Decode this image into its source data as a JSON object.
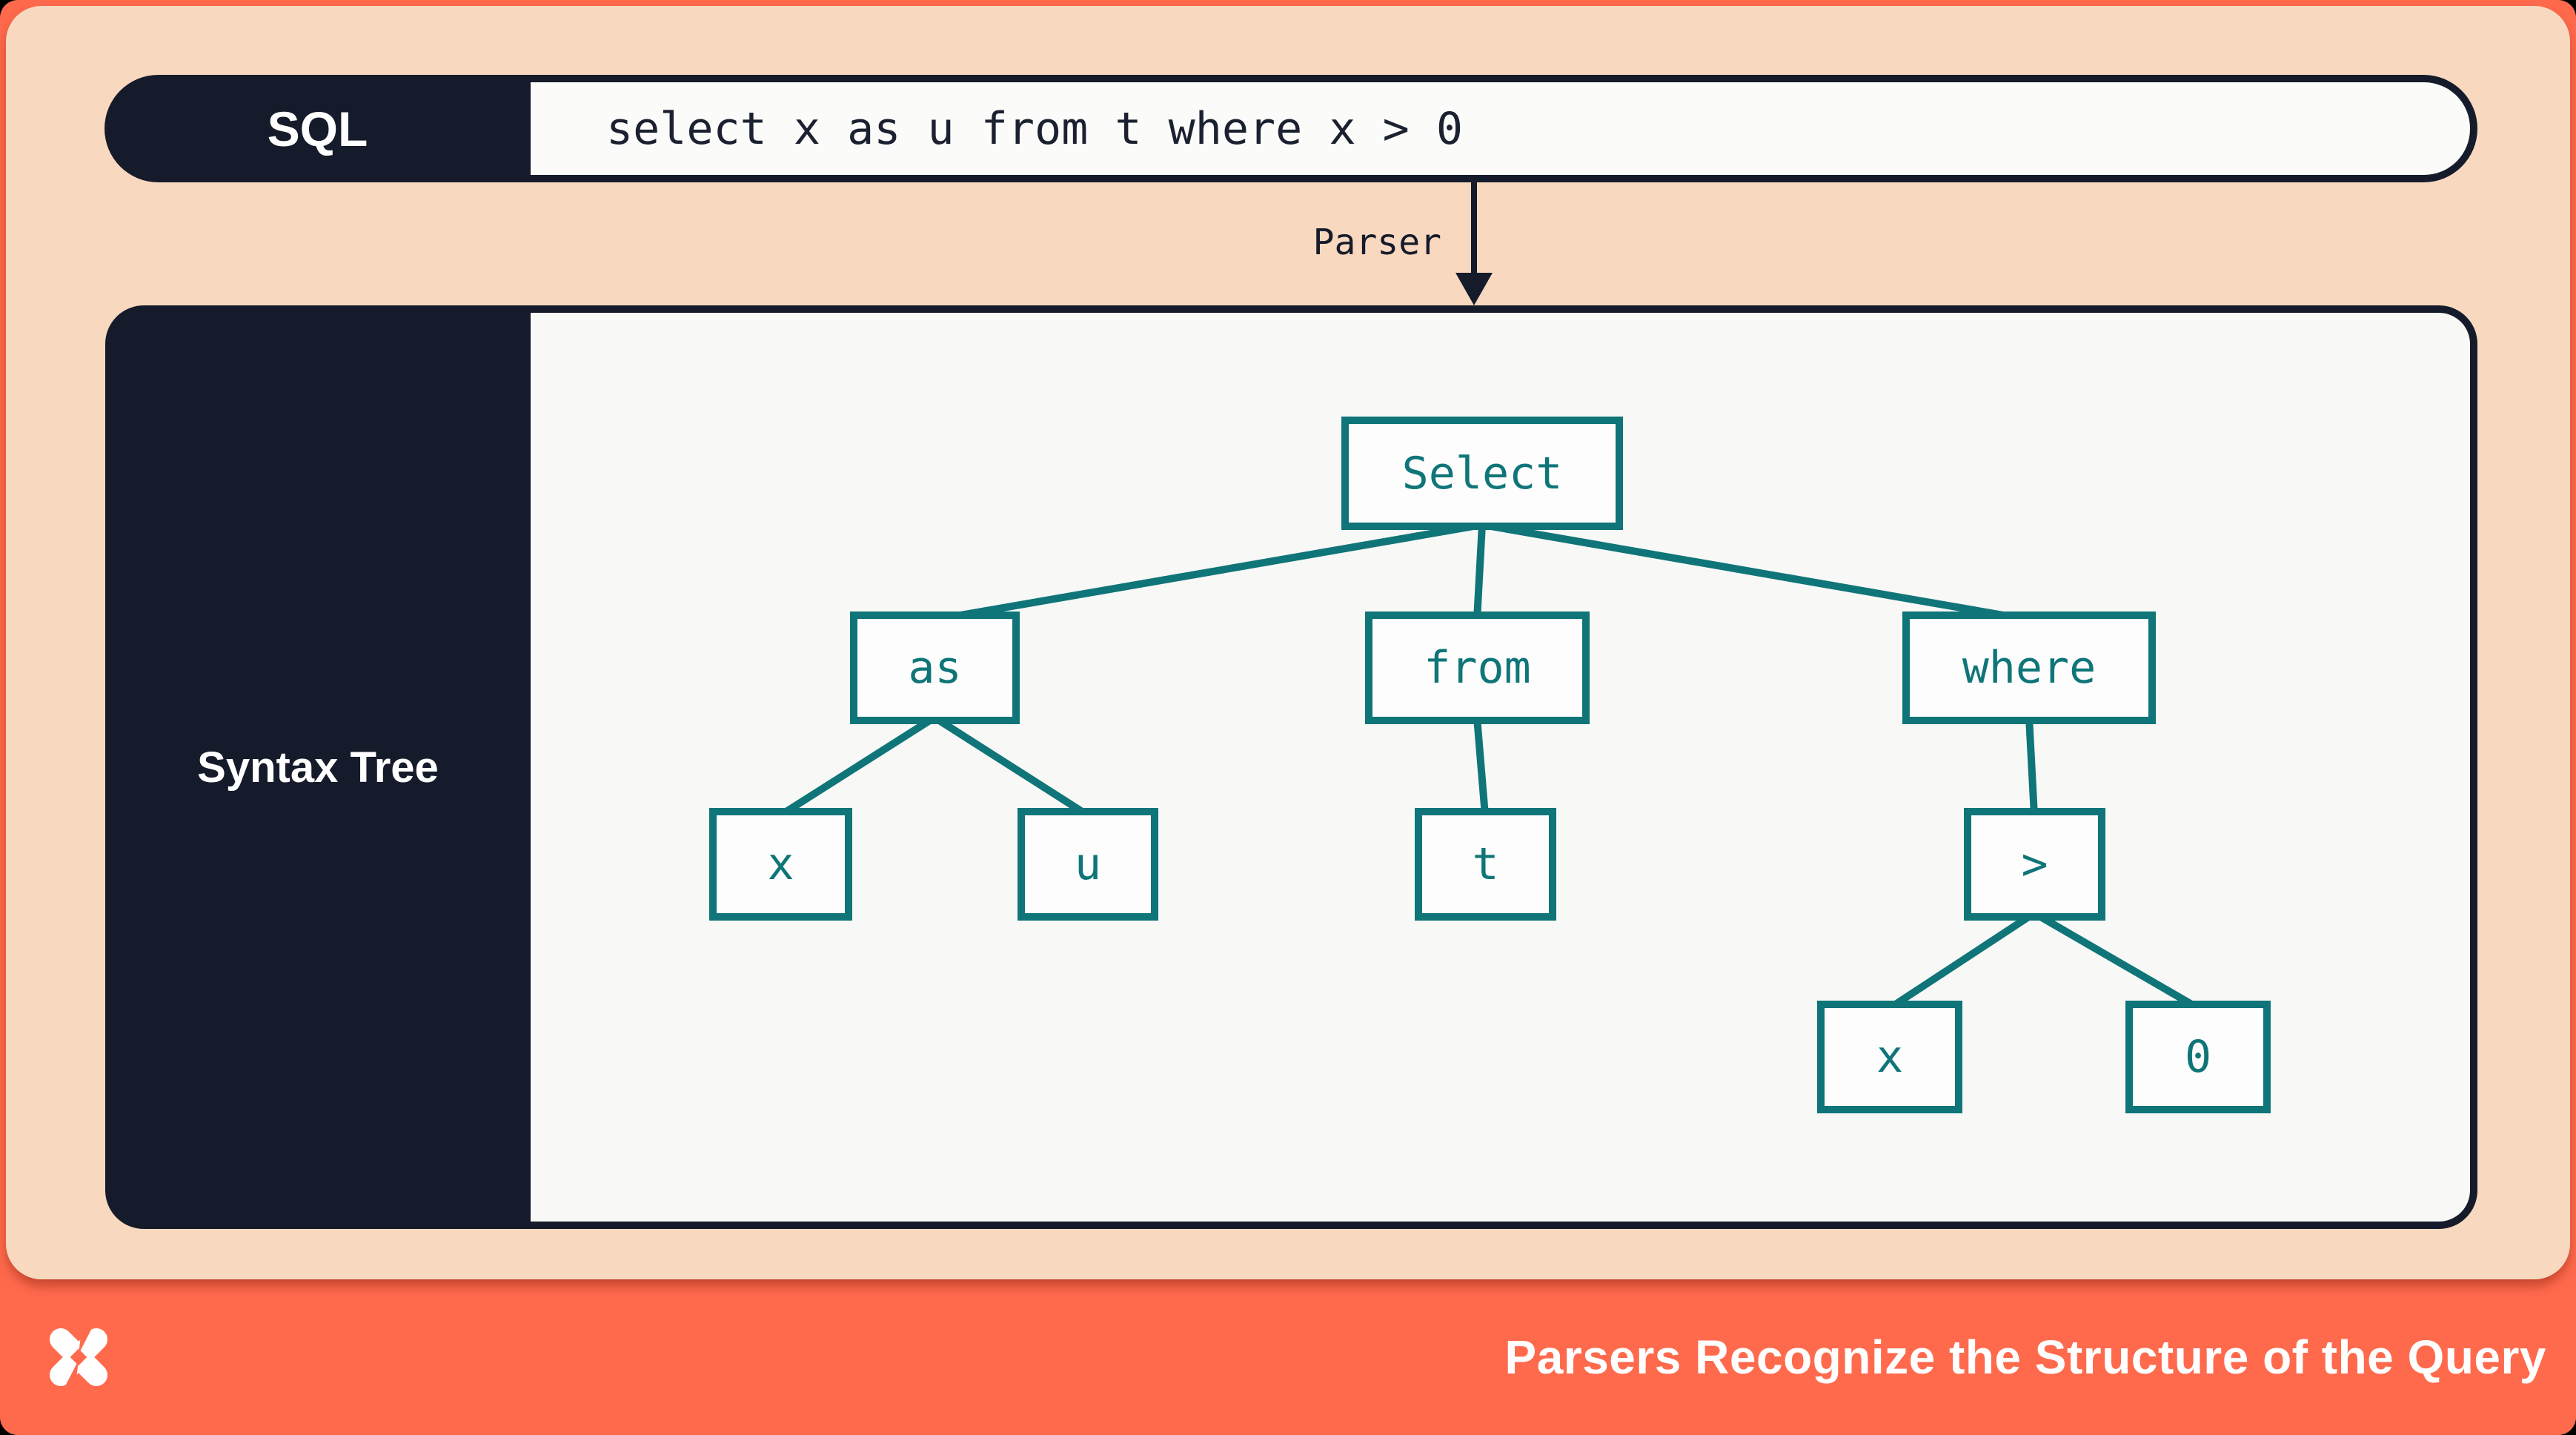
{
  "sql_bar": {
    "label": "SQL",
    "query": "select x as u from t where x > 0"
  },
  "parser": {
    "label": "Parser"
  },
  "syntax_tree": {
    "label": "Syntax Tree"
  },
  "tree": {
    "nodes": [
      {
        "label": "Select"
      },
      {
        "label": "as"
      },
      {
        "label": "from"
      },
      {
        "label": "where"
      },
      {
        "label": "x"
      },
      {
        "label": "u"
      },
      {
        "label": "t"
      },
      {
        "label": ">"
      },
      {
        "label": "x"
      },
      {
        "label": "0"
      }
    ],
    "edges": [
      [
        "Select",
        "as"
      ],
      [
        "Select",
        "from"
      ],
      [
        "Select",
        "where"
      ],
      [
        "as",
        "x"
      ],
      [
        "as",
        "u"
      ],
      [
        "from",
        "t"
      ],
      [
        "where",
        ">"
      ],
      [
        ">",
        "x"
      ],
      [
        ">",
        "0"
      ]
    ]
  },
  "footer": {
    "caption": "Parsers Recognize the Structure of the Query",
    "logo": "dx-logo"
  },
  "colors": {
    "coral": "#ff6a4d",
    "peach": "#f8d9bf",
    "navy": "#151b2a",
    "teal": "#0f7578",
    "paper": "#f8f8f7"
  }
}
